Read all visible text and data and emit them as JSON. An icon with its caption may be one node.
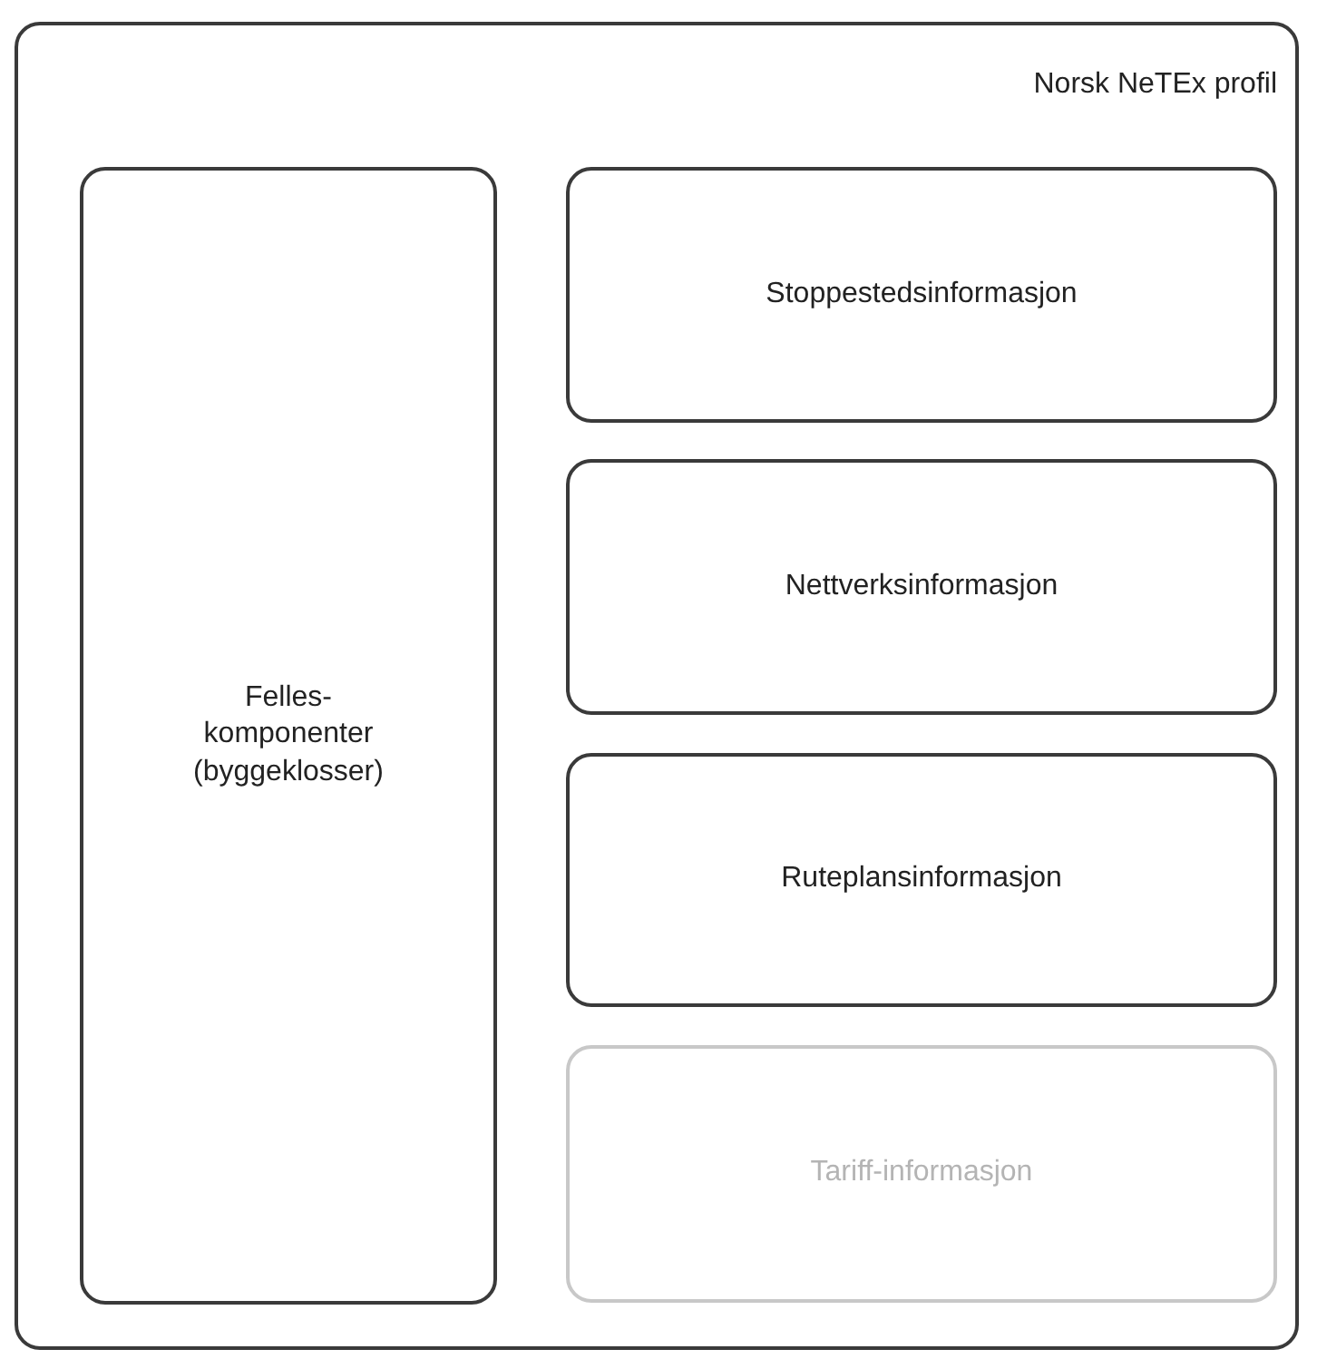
{
  "diagram": {
    "nodes": [
      {
        "text": [
          "Norsk NeTEx profil"
        ]
      },
      {
        "text": [
          "Felles- komponenter (byggeklosser)"
        ],
        "in": 0
      },
      {
        "text": [
          "Stoppestedsinformasjon"
        ],
        "in": 0
      },
      {
        "text": [
          "Nettverksinformasjon"
        ],
        "in": 0
      },
      {
        "text": [
          "Ruteplansinformasjon"
        ],
        "in": 0
      },
      {
        "text": [
          "Tariff-informasjon"
        ],
        "in": 0
      }
    ]
  }
}
